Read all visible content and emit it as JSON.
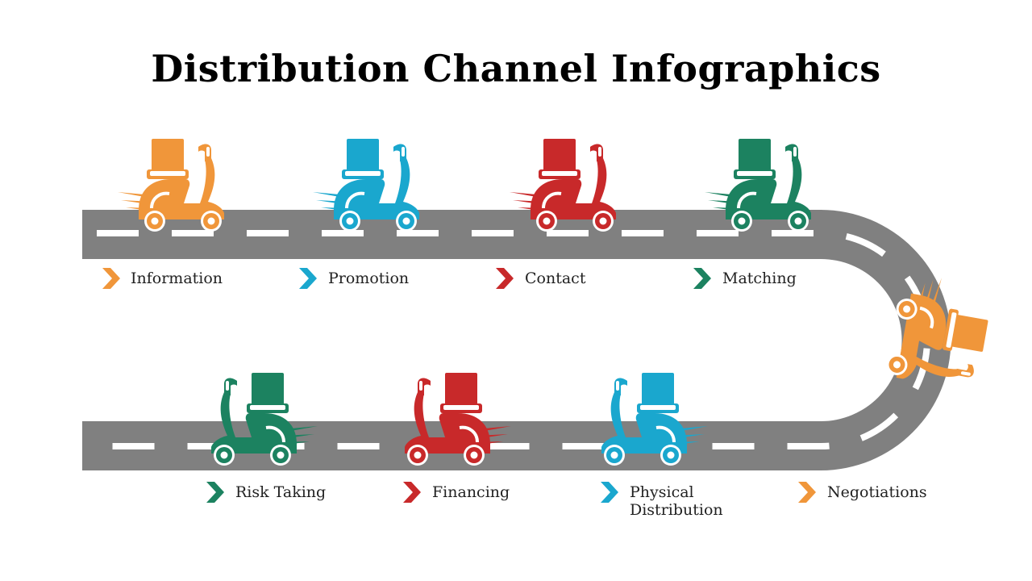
{
  "title": "Distribution Channel Infographics",
  "colors": {
    "orange": "#F0963A",
    "blue": "#1AA7CE",
    "red": "#C8292A",
    "green": "#1C8260",
    "road": "#808080",
    "lane": "#FFFFFF"
  },
  "steps": [
    {
      "label": "Information",
      "color": "orange"
    },
    {
      "label": "Promotion",
      "color": "blue"
    },
    {
      "label": "Contact",
      "color": "red"
    },
    {
      "label": "Matching",
      "color": "green"
    },
    {
      "label": "Negotiations",
      "color": "orange"
    },
    {
      "label": "Physical Distribution",
      "color": "blue"
    },
    {
      "label": "Financing",
      "color": "red"
    },
    {
      "label": "Risk Taking",
      "color": "green"
    }
  ],
  "labels": {
    "information": "Information",
    "promotion": "Promotion",
    "contact": "Contact",
    "matching": "Matching",
    "risk_taking": "Risk Taking",
    "financing": "Financing",
    "physical_1": "Physical",
    "physical_2": "Distribution",
    "negotiations": "Negotiations"
  },
  "icons": {
    "vehicle": "delivery-scooter-icon",
    "bullet": "chevron-right-icon"
  }
}
